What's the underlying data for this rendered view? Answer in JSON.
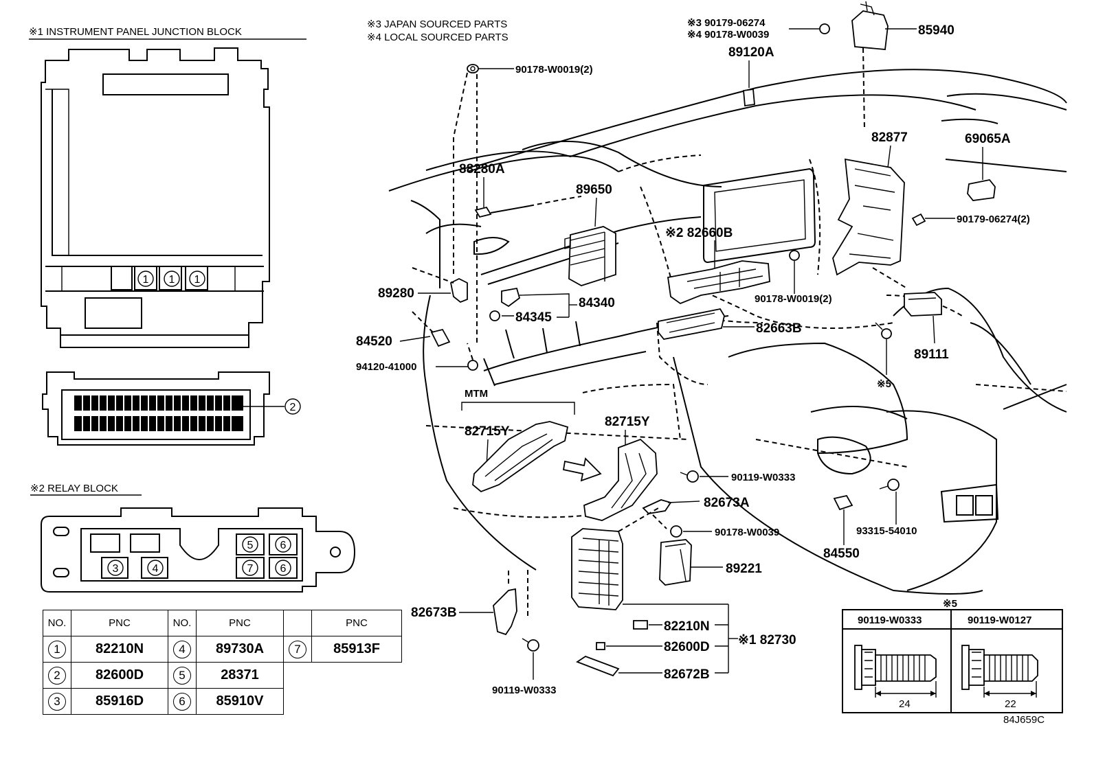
{
  "headings": {
    "junction_block": "※1 INSTRUMENT PANEL JUNCTION BLOCK",
    "japan_parts": "※3 JAPAN SOURCED PARTS",
    "local_parts": "※4 LOCAL SOURCED PARTS",
    "relay_block": "※2 RELAY BLOCK",
    "mtm": "MTM",
    "note5": "※5"
  },
  "callouts": {
    "p1": "90178-W0019(2)",
    "p2": "88280A",
    "p3": "89650",
    "p4": "89280",
    "p5": "84340",
    "p6": "84345",
    "p7": "84520",
    "p8": "94120-41000",
    "p9": "82715Y",
    "p10": "82715Y",
    "p11": "90119-W0333",
    "p12": "82673A",
    "p13": "90178-W0039",
    "p14": "89221",
    "p15": "82210N",
    "p16": "82600D",
    "p17": "※1 82730",
    "p18": "82672B",
    "p19": "82673B",
    "p20": "90119-W0333",
    "p21": "※3 90179-06274",
    "p22": "※4 90178-W0039",
    "p23": "85940",
    "p24": "89120A",
    "p25": "82877",
    "p26": "69065A",
    "p27": "90179-06274(2)",
    "p28": "※2 82660B",
    "p29": "90178-W0019(2)",
    "p30": "82663B",
    "p31": "89111",
    "p32": "※5",
    "p33": "93315-54010",
    "p34": "84550"
  },
  "block_marks": {
    "m1": "1",
    "m2": "1",
    "m3": "1",
    "m4": "2",
    "m5": "5",
    "m6": "6",
    "m7": "3",
    "m8": "4",
    "m9": "7",
    "m10": "6"
  },
  "table": {
    "headers": [
      "NO.",
      "PNC",
      "NO.",
      "PNC",
      "",
      "PNC"
    ],
    "rows": [
      [
        {
          "no": "1",
          "pnc": "82210N"
        },
        {
          "no": "4",
          "pnc": "89730A"
        },
        {
          "no": "7",
          "pnc": "85913F"
        }
      ],
      [
        {
          "no": "2",
          "pnc": "82600D"
        },
        {
          "no": "5",
          "pnc": "28371"
        }
      ],
      [
        {
          "no": "3",
          "pnc": "85916D"
        },
        {
          "no": "6",
          "pnc": "85910V"
        }
      ]
    ]
  },
  "bolt_box": {
    "title": "※5",
    "col1": "90119-W0333",
    "col2": "90119-W0127",
    "len1": "24",
    "len2": "22"
  },
  "catalog_code": "84J659C"
}
